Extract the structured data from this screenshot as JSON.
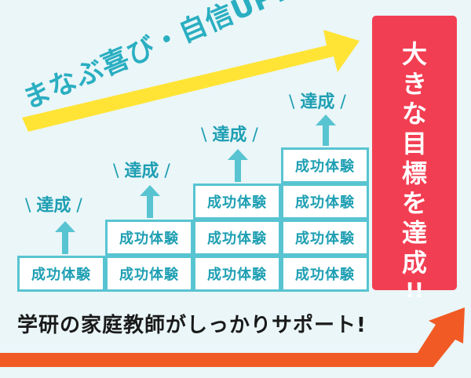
{
  "banner": {
    "text": "まなぶ喜び・自信UP!"
  },
  "goal": {
    "chars": [
      "大",
      "き",
      "な",
      "目",
      "標",
      "を",
      "達",
      "成"
    ],
    "marks": "!!"
  },
  "steps": {
    "achievement_label": "達成",
    "block_label": "成功体験"
  },
  "bottom": {
    "text": "学研の家庭教師がしっかりサポート!"
  },
  "colors": {
    "background": "#eaf6f8",
    "teal": "#2aaec1",
    "yellow": "#ffe436",
    "red": "#f23e52",
    "orange": "#f15a24"
  }
}
